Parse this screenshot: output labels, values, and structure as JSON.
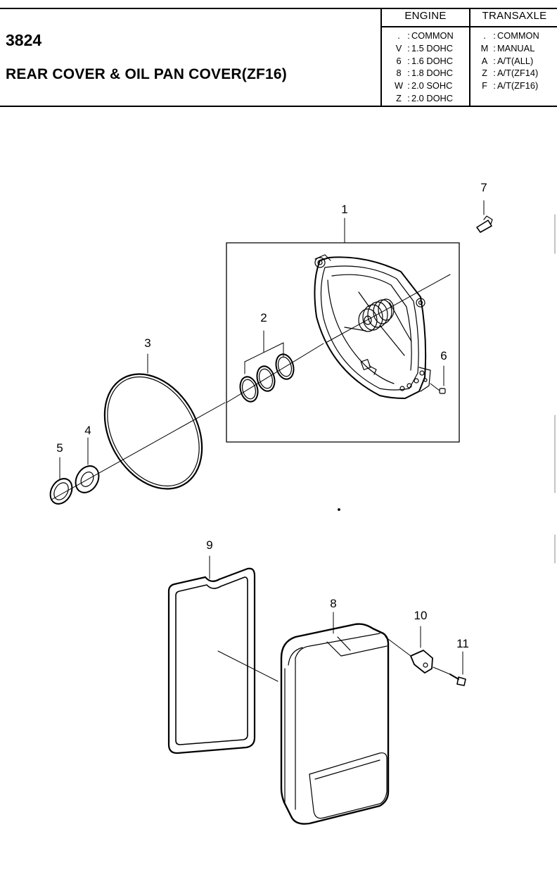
{
  "header": {
    "code": "3824",
    "title": "REAR COVER & OIL PAN COVER(ZF16)"
  },
  "legend": {
    "engine": {
      "heading": "ENGINE",
      "rows": [
        {
          "key": ".",
          "label": "COMMON"
        },
        {
          "key": "V",
          "label": "1.5 DOHC"
        },
        {
          "key": "6",
          "label": "1.6 DOHC"
        },
        {
          "key": "8",
          "label": "1.8 DOHC"
        },
        {
          "key": "W",
          "label": "2.0 SOHC"
        },
        {
          "key": "Z",
          "label": "2.0 DOHC"
        }
      ]
    },
    "transaxle": {
      "heading": "TRANSAXLE",
      "rows": [
        {
          "key": ".",
          "label": "COMMON"
        },
        {
          "key": "M",
          "label": "MANUAL"
        },
        {
          "key": "A",
          "label": "A/T(ALL)"
        },
        {
          "key": "Z",
          "label": "A/T(ZF14)"
        },
        {
          "key": "F",
          "label": "A/T(ZF16)"
        }
      ]
    }
  },
  "callouts": {
    "c1": "1",
    "c2": "2",
    "c3": "3",
    "c4": "4",
    "c5": "5",
    "c6": "6",
    "c7": "7",
    "c8": "8",
    "c9": "9",
    "c10": "10",
    "c11": "11"
  }
}
